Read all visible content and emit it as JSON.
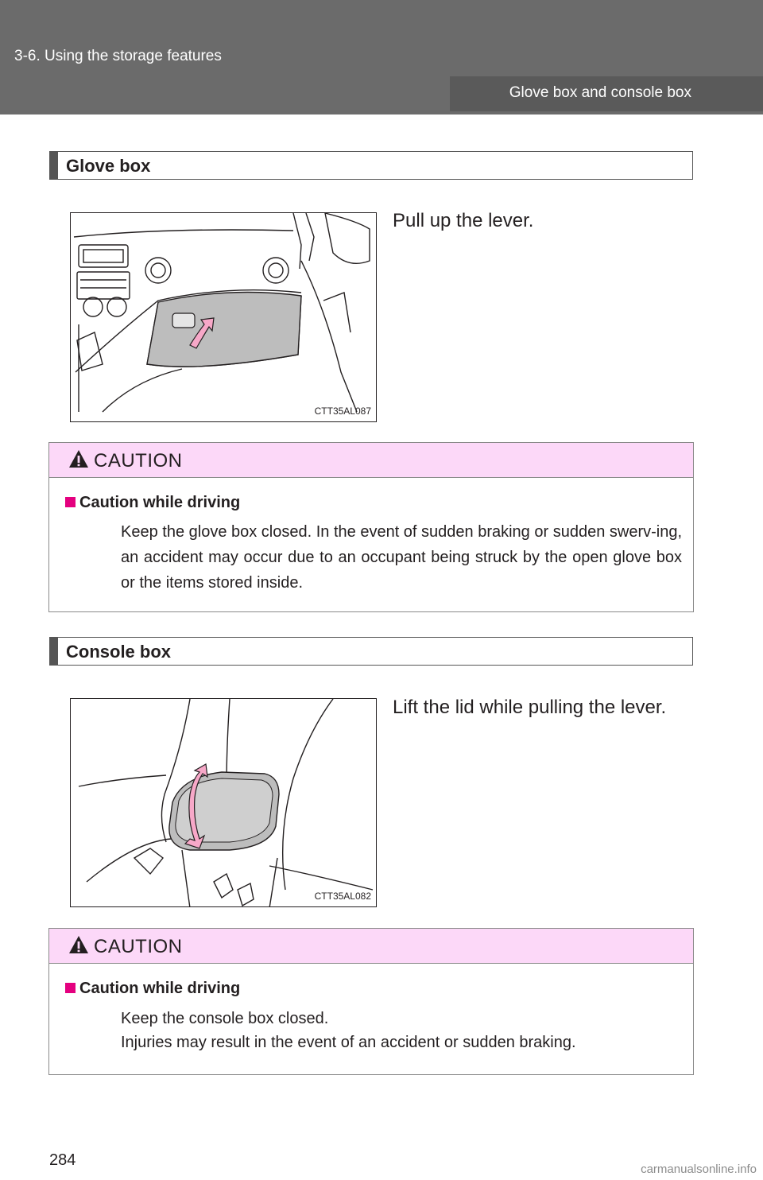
{
  "header": {
    "chapter": "3-6. Using the storage features",
    "tab": "Glove box and console box"
  },
  "glove_box": {
    "title": "Glove box",
    "figure_code": "CTT35AL087",
    "instruction": "Pull up the lever.",
    "caution": {
      "label": "CAUTION",
      "subheading": "Caution while driving",
      "body": "Keep the glove box closed. In the event of sudden braking or sudden swerv-ing, an accident may occur due to an occupant being struck by the open glove box or the items stored inside."
    }
  },
  "console_box": {
    "title": "Console box",
    "figure_code": "CTT35AL082",
    "instruction": "Lift the lid while pulling the lever.",
    "caution": {
      "label": "CAUTION",
      "subheading": "Caution while driving",
      "line1": "Keep the console box closed.",
      "line2": "Injuries may result in the event of an accident or sudden braking."
    }
  },
  "page_number": "284",
  "watermark": "carmanualsonline.info",
  "colors": {
    "header_bg": "#6b6b6b",
    "caution_header_bg": "#fcd8f8",
    "accent_magenta": "#e4007f",
    "arrow_pink": "#f7a8c8"
  }
}
